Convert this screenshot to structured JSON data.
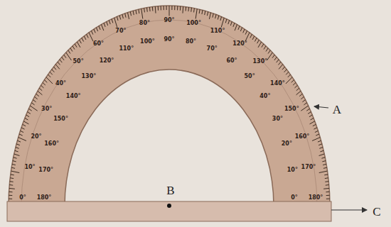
{
  "diagram": {
    "labels": [
      "0°",
      "10°",
      "20°",
      "30°",
      "40°",
      "50°",
      "60°",
      "70°",
      "80°",
      "90°",
      "100°",
      "110°",
      "120°",
      "130°",
      "140°",
      "150°",
      "160°",
      "170°",
      "180°",
      "180°",
      "170°",
      "160°",
      "150°",
      "140°",
      "130°",
      "120°",
      "110°",
      "100°",
      "90°",
      "80°",
      "70°",
      "60°",
      "50°",
      "40°",
      "30°",
      "20°",
      "10°",
      "0°",
      "A",
      "B",
      "C"
    ]
  }
}
